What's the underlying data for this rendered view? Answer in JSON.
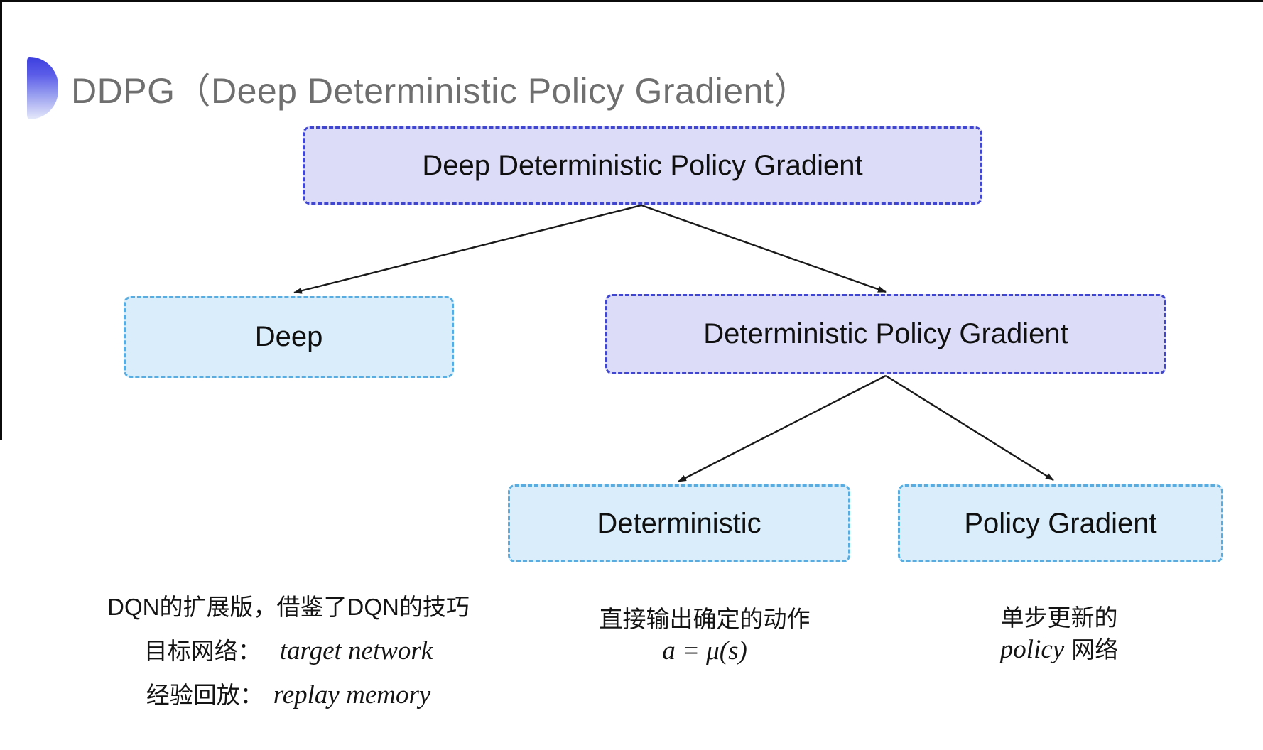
{
  "slide": {
    "title": "DDPG（Deep Deterministic Policy Gradient）"
  },
  "tree": {
    "root": {
      "label": "Deep Deterministic Policy Gradient"
    },
    "children": [
      {
        "label": "Deep"
      },
      {
        "label": "Deterministic Policy Gradient"
      }
    ],
    "grandchildren": [
      {
        "label": "Deterministic"
      },
      {
        "label": "Policy Gradient"
      }
    ]
  },
  "notes": {
    "deep": {
      "line1": "DQN的扩展版，借鉴了DQN的技巧",
      "target_label": "目标网络：",
      "target_value": "target network",
      "replay_label": "经验回放：",
      "replay_value": "replay memory"
    },
    "deterministic": {
      "line1": "直接输出确定的动作",
      "formula": "a = μ(s)"
    },
    "policy_gradient": {
      "line1": "单步更新的",
      "line2_italic": "policy",
      "line2_suffix": "网络"
    }
  },
  "colors": {
    "purple_fill": "#dcdcf8",
    "purple_border": "#4046cf",
    "cyan_fill": "#d9eefa",
    "cyan_border": "#58ace0",
    "title_gray": "#6f6f6f",
    "arrow": "#1a1a1a",
    "bullet_top": "#3c3ede",
    "bullet_bottom": "#e6e9fa"
  }
}
